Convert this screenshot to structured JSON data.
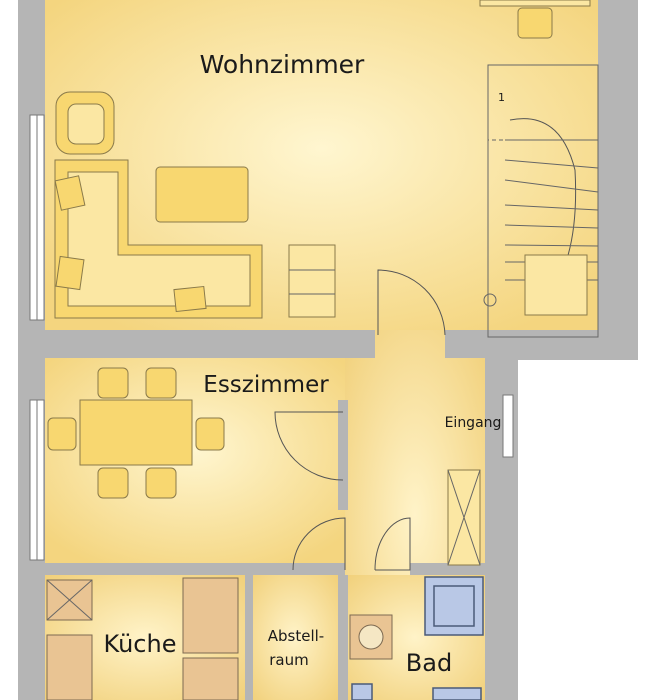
{
  "rooms": {
    "living": "Wohnzimmer",
    "dining": "Esszimmer",
    "entrance": "Eingang",
    "kitchen": "Küche",
    "storage_line1": "Abstell-",
    "storage_line2": "raum",
    "bath": "Bad"
  },
  "stair_step_marker": "1",
  "colors": {
    "floor": "#f6dc8e",
    "floor_glow": "#fff6d0",
    "wall": "#b5b5b5",
    "furniture": "#f8d770",
    "fixture": "#b9c8e6"
  }
}
